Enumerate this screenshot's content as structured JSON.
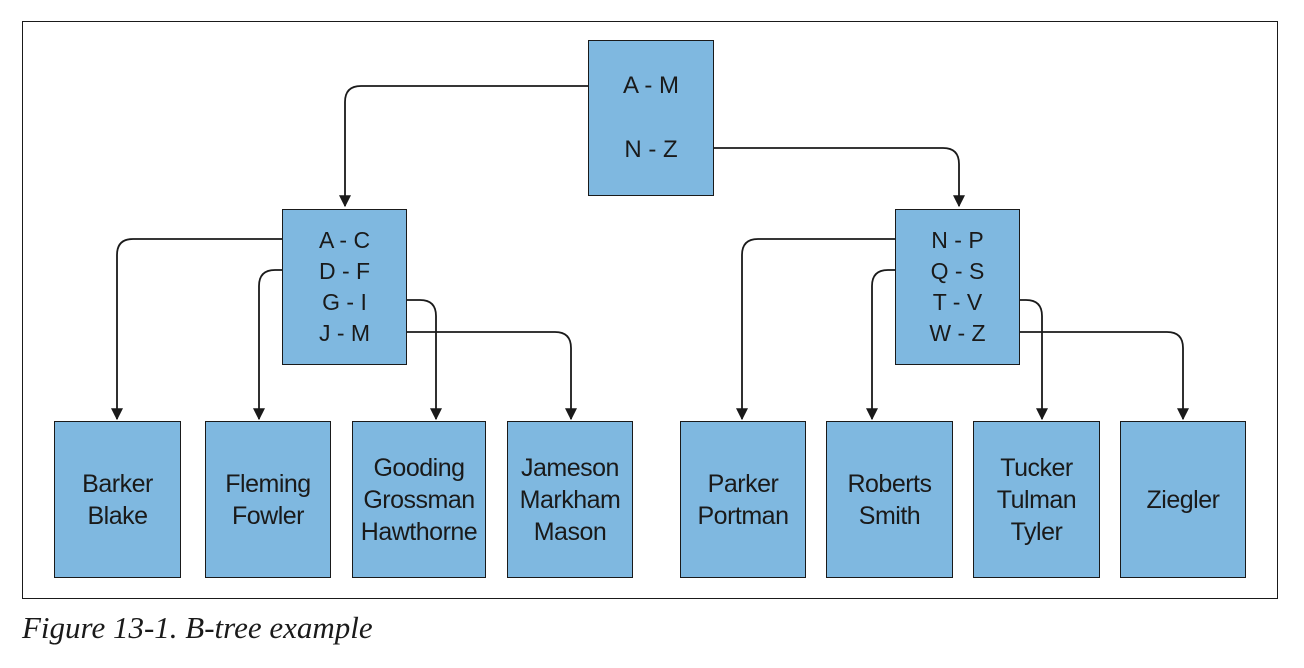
{
  "diagram": {
    "root": {
      "ranges": [
        "A - M",
        "N - Z"
      ]
    },
    "left_inner": {
      "ranges": [
        "A - C",
        "D - F",
        "G - I",
        "J - M"
      ]
    },
    "right_inner": {
      "ranges": [
        "N - P",
        "Q - S",
        "T - V",
        "W - Z"
      ]
    },
    "left_leaves": [
      {
        "names": [
          "Barker",
          "Blake"
        ]
      },
      {
        "names": [
          "Fleming",
          "Fowler"
        ]
      },
      {
        "names": [
          "Gooding",
          "Grossman",
          "Hawthorne"
        ]
      },
      {
        "names": [
          "Jameson",
          "Markham",
          "Mason"
        ]
      }
    ],
    "right_leaves": [
      {
        "names": [
          "Parker",
          "Portman"
        ]
      },
      {
        "names": [
          "Roberts",
          "Smith"
        ]
      },
      {
        "names": [
          "Tucker",
          "Tulman",
          "Tyler"
        ]
      },
      {
        "names": [
          "Ziegler"
        ]
      }
    ],
    "fill_color": "#7fb8e0",
    "stroke_color": "#1a1a1a"
  },
  "caption": "Figure 13-1. B-tree example"
}
